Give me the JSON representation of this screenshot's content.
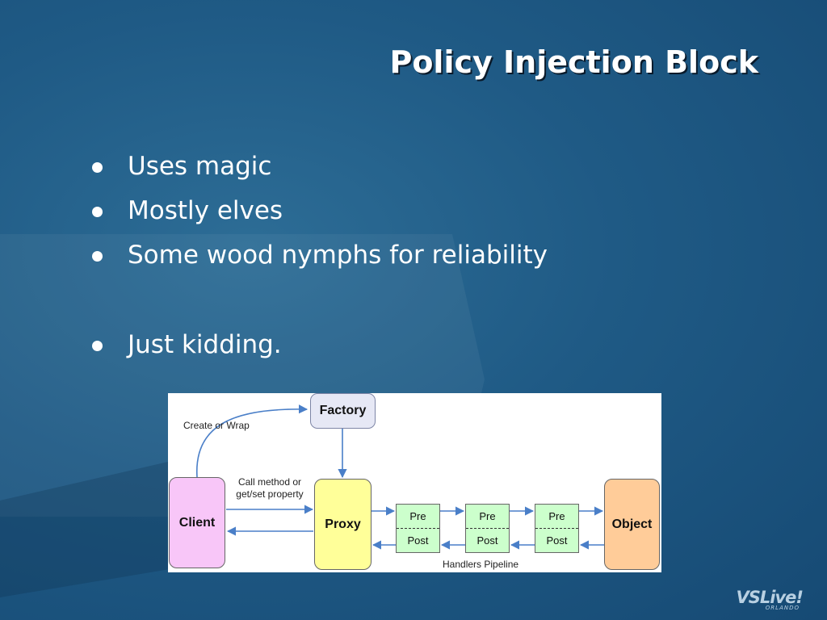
{
  "slide": {
    "title": "Policy Injection Block",
    "bullets": [
      "Uses magic",
      "Mostly elves",
      "Some wood nymphs for reliability",
      "Just kidding."
    ]
  },
  "diagram": {
    "factory": "Factory",
    "client": "Client",
    "proxy": "Proxy",
    "object": "Object",
    "create_or_wrap": "Create or Wrap",
    "call_method_line1": "Call method or",
    "call_method_line2": "get/set property",
    "handlers": [
      {
        "pre": "Pre",
        "post": "Post"
      },
      {
        "pre": "Pre",
        "post": "Post"
      },
      {
        "pre": "Pre",
        "post": "Post"
      }
    ],
    "pipeline_label": "Handlers Pipeline"
  },
  "logo": {
    "brand": "VSLive!",
    "location": "ORLANDO"
  },
  "colors": {
    "background": "#1f5a85",
    "client": "#f8c6f8",
    "proxy": "#ffff99",
    "object": "#ffcc99",
    "handler": "#ccffcc",
    "factory": "#e6e8f5",
    "arrow": "#4a7fc8"
  }
}
